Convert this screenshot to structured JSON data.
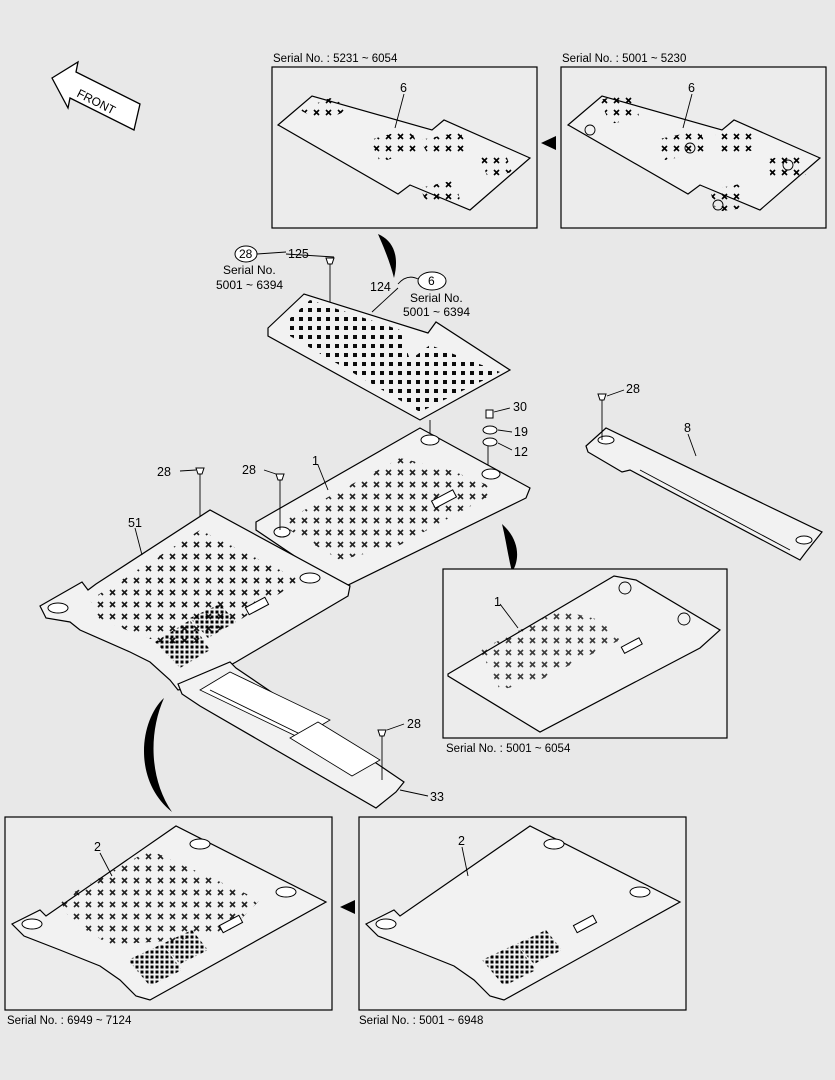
{
  "front_arrow": "FRONT",
  "insets": {
    "top_left": {
      "serial": "Serial No. : 5231 ~ 6054",
      "part": "6"
    },
    "top_right": {
      "serial": "Serial No. : 5001 ~ 5230",
      "part": "6"
    },
    "mid_right": {
      "serial": "Serial No. : 5001 ~ 6054",
      "part": "1"
    },
    "bottom_left": {
      "serial": "Serial No. : 6949 ~ 7124",
      "part": "2"
    },
    "bottom_right": {
      "serial": "Serial No. : 5001 ~ 6948",
      "part": "2"
    }
  },
  "callouts": {
    "c28_circle": "28",
    "c28_serial_l1": "Serial No.",
    "c28_serial_l2": "5001 ~ 6394",
    "c6_circle": "6",
    "c6_serial_l1": "Serial No.",
    "c6_serial_l2": "5001 ~ 6394"
  },
  "part_numbers": {
    "p125": "125",
    "p124": "124",
    "p30": "30",
    "p19": "19",
    "p12": "12",
    "p28_right": "28",
    "p8": "8",
    "p1": "1",
    "p28_a": "28",
    "p28_b": "28",
    "p51": "51",
    "p28_c": "28",
    "p33": "33"
  }
}
